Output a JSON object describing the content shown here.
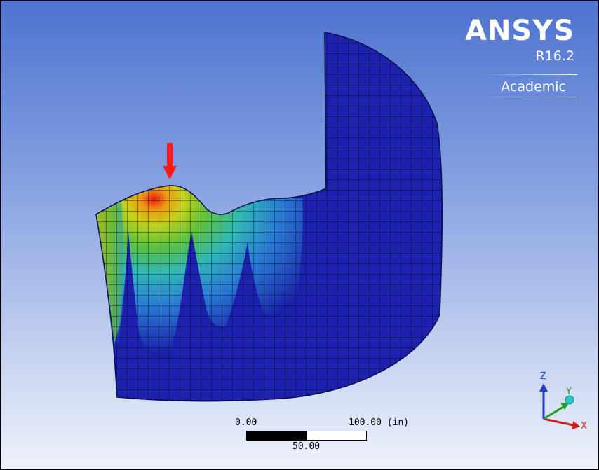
{
  "logo": {
    "brand": "ANSYS",
    "release": "R16.2",
    "edition": "Academic"
  },
  "scale": {
    "min_label": "0.00",
    "max_label": "100.00 (in)",
    "mid_label": "50.00"
  },
  "triad": {
    "z_label": "Z",
    "y_label": "Y",
    "x_label": "X"
  },
  "colors": {
    "background_top": "#4e73cf",
    "background_bottom": "#eef2fb",
    "min_contour": "#1a20a8",
    "max_contour": "#c41010",
    "marker": "#ff1a1a",
    "x_axis": "#c81e1e",
    "y_axis": "#19a01e",
    "z_axis": "#1e3cc8"
  },
  "icons": [
    "max-marker-arrow-icon",
    "coordinate-triad-icon"
  ]
}
